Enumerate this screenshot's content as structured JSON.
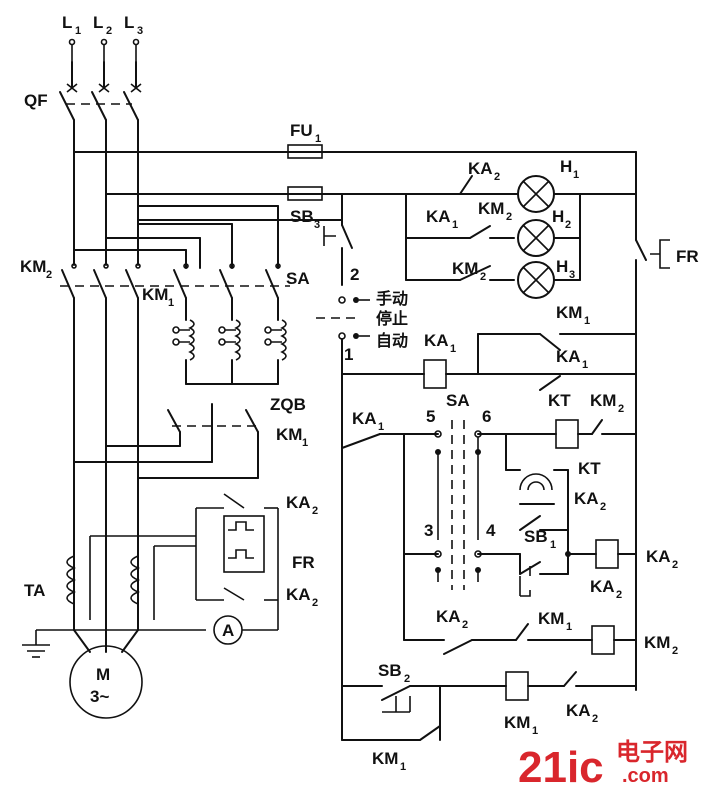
{
  "labels": {
    "L1": "L",
    "L1_sub": "1",
    "L2": "L",
    "L2_sub": "2",
    "L3": "L",
    "L3_sub": "3",
    "QF": "QF",
    "FU1": "FU",
    "FU1_sub": "1",
    "SB3": "SB",
    "SB3_sub": "3",
    "KA2_top": "KA",
    "KA2_top_sub": "2",
    "H1": "H",
    "H1_sub": "1",
    "H2": "H",
    "H2_sub": "2",
    "H3": "H",
    "H3_sub": "3",
    "KA1_lamp": "KA",
    "KA1_lamp_sub": "1",
    "KM2_lamp": "KM",
    "KM2_lamp_sub": "2",
    "KM2_lamp3": "KM",
    "KM2_lamp3_sub": "2",
    "KM1_lamp": "KM",
    "KM1_lamp_sub": "1",
    "FR_right": "FR",
    "KM2_main": "KM",
    "KM2_main_sub": "2",
    "KM1_main": "KM",
    "KM1_main_sub": "1",
    "SA_main": "SA",
    "pos2": "2",
    "pos1": "1",
    "manual": "手动",
    "stop": "停止",
    "auto": "自动",
    "KA1_coil": "KA",
    "KA1_coil_sub": "1",
    "KA1_right": "KA",
    "KA1_right_sub": "1",
    "ZQB": "ZQB",
    "KM1_zqb": "KM",
    "KM1_zqb_sub": "1",
    "KA1_ctrl": "KA",
    "KA1_ctrl_sub": "1",
    "SA_ctrl": "SA",
    "n5": "5",
    "n6": "6",
    "n3": "3",
    "n4": "4",
    "KT_coil": "KT",
    "KM2_kt": "KM",
    "KM2_kt_sub": "2",
    "KT_timer": "KT",
    "KA2_r1": "KA",
    "KA2_r1_sub": "2",
    "SB1": "SB",
    "SB1_sub": "1",
    "KA2_coil": "KA",
    "KA2_coil_sub": "2",
    "KA2_r2": "KA",
    "KA2_r2_sub": "2",
    "KA2_m": "KA",
    "KA2_m_sub": "2",
    "KM1_m": "KM",
    "KM1_m_sub": "1",
    "KM2_coil": "KM",
    "KM2_coil_sub": "2",
    "SB2": "SB",
    "SB2_sub": "2",
    "KM1_coil": "KM",
    "KM1_coil_sub": "1",
    "KA2_bot": "KA",
    "KA2_bot_sub": "2",
    "KM1_bot": "KM",
    "KM1_bot_sub": "1",
    "KA2_fr1": "KA",
    "KA2_fr1_sub": "2",
    "FR_left": "FR",
    "KA2_fr2": "KA",
    "KA2_fr2_sub": "2",
    "TA": "TA",
    "ammeter": "A",
    "motor_M": "M",
    "motor_spec": "3~"
  },
  "watermark": {
    "logo": "21ic",
    "site_cn": "电子网",
    "site_url": ".com",
    "color": "#d9262c"
  }
}
